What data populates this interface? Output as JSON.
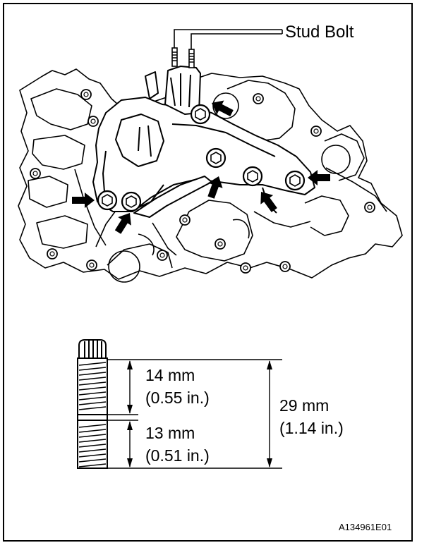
{
  "callout": {
    "stud_bolt": "Stud Bolt"
  },
  "dimensions": {
    "upper_mm": "14 mm",
    "upper_in": "(0.55 in.)",
    "lower_mm": "13 mm",
    "lower_in": "(0.51 in.)",
    "total_mm": "29 mm",
    "total_in": "(1.14 in.)"
  },
  "figure_code": "A134961E01",
  "colors": {
    "line": "#000000",
    "background": "#ffffff"
  },
  "icons": [
    "arrow-icon",
    "bolt-icon"
  ]
}
